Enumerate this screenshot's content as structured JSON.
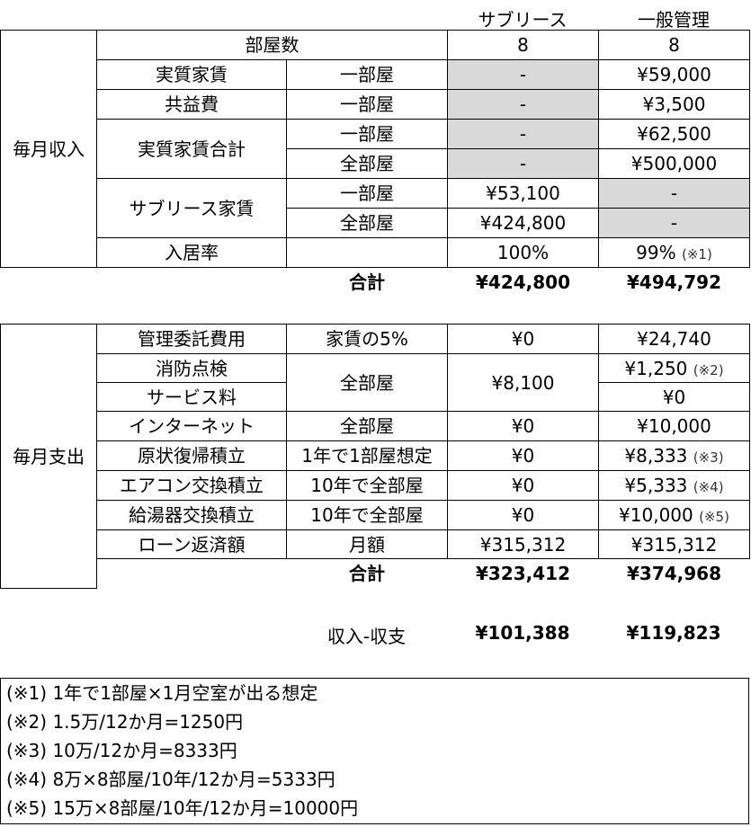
{
  "columns": {
    "sublease": "サブリース",
    "general": "一般管理"
  },
  "income": {
    "section_label": "毎月収入",
    "rooms": {
      "label": "部屋数",
      "sublease": "8",
      "general": "8"
    },
    "effective_rent": {
      "label": "実質家賃",
      "unit": "一部屋",
      "sublease": "-",
      "general": "¥59,000"
    },
    "common_fee": {
      "label": "共益費",
      "unit": "一部屋",
      "sublease": "-",
      "general": "¥3,500"
    },
    "rent_total": {
      "label": "実質家賃合計",
      "per_room": {
        "unit": "一部屋",
        "sublease": "-",
        "general": "¥62,500"
      },
      "all_rooms": {
        "unit": "全部屋",
        "sublease": "-",
        "general": "¥500,000"
      }
    },
    "sublease_rent": {
      "label": "サブリース家賃",
      "per_room": {
        "unit": "一部屋",
        "sublease": "¥53,100",
        "general": "-"
      },
      "all_rooms": {
        "unit": "全部屋",
        "sublease": "¥424,800",
        "general": "-"
      }
    },
    "occupancy": {
      "label": "入居率",
      "sublease": "100%",
      "general": "99%",
      "general_note": "(※1)"
    },
    "total": {
      "label": "合計",
      "sublease": "¥424,800",
      "general": "¥494,792"
    }
  },
  "expense": {
    "section_label": "毎月支出",
    "management_fee": {
      "label": "管理委託費用",
      "basis": "家賃の5%",
      "sublease": "¥0",
      "general": "¥24,740"
    },
    "fire_inspection": {
      "label": "消防点検",
      "general": "¥1,250",
      "general_note": "(※2)"
    },
    "service_fee": {
      "label": "サービス料",
      "general": "¥0"
    },
    "fire_service_shared": {
      "basis": "全部屋",
      "sublease": "¥8,100"
    },
    "internet": {
      "label": "インターネット",
      "basis": "全部屋",
      "sublease": "¥0",
      "general": "¥10,000"
    },
    "restoration": {
      "label": "原状復帰積立",
      "basis": "1年で1部屋想定",
      "sublease": "¥0",
      "general": "¥8,333",
      "general_note": "(※3)"
    },
    "aircon": {
      "label": "エアコン交換積立",
      "basis": "10年で全部屋",
      "sublease": "¥0",
      "general": "¥5,333",
      "general_note": "(※4)"
    },
    "water_heater": {
      "label": "給湯器交換積立",
      "basis": "10年で全部屋",
      "sublease": "¥0",
      "general": "¥10,000",
      "general_note": "(※5)"
    },
    "loan": {
      "label": "ローン返済額",
      "basis": "月額",
      "sublease": "¥315,312",
      "general": "¥315,312"
    },
    "total": {
      "label": "合計",
      "sublease": "¥323,412",
      "general": "¥374,968"
    }
  },
  "difference": {
    "label": "収入-収支",
    "sublease": "¥101,388",
    "general": "¥119,823"
  },
  "notes": [
    "(※1) 1年で1部屋×1月空室が出る想定",
    "(※2) 1.5万/12か月=1250円",
    "(※3) 10万/12か月=8333円",
    "(※4) 8万×8部屋/10年/12か月=5333円",
    "(※5) 15万×8部屋/10年/12か月=10000円"
  ]
}
